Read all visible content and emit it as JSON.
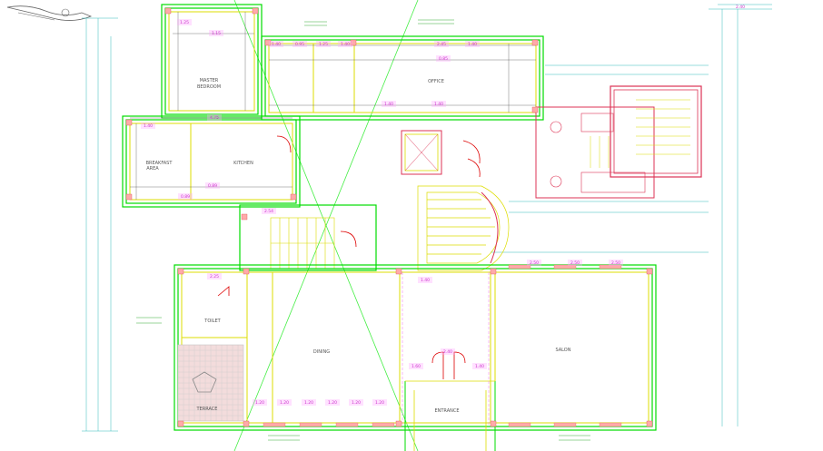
{
  "drawing": {
    "rooms": {
      "master_bedroom": [
        "MASTER",
        "BEDROOM"
      ],
      "office": "OFFICE",
      "breakfast_area": [
        "BREAKFAST",
        "AREA"
      ],
      "kitchen": "KITCHEN",
      "toilet": "TOILET",
      "dining": "DINING",
      "salon": "SALON",
      "entrance": "ENTRANCE",
      "terrace": "TERRACE"
    },
    "top_dimension": "2.40",
    "dimension_tags": [
      "1.25",
      "1.15",
      "1.40",
      "0.95",
      "1.25",
      "1.40",
      "2.45",
      "1.40",
      "0.85",
      "1.40",
      "4.75",
      "1.40",
      "1.40",
      "0.89",
      "0.89",
      "2.54",
      "2.25",
      "1.40",
      "1.20",
      "1.20",
      "1.20",
      "1.20",
      "1.20",
      "1.20",
      "2.40",
      "1.60",
      "1.40",
      "2.50",
      "2.50",
      "2.50"
    ],
    "colors": {
      "background": "#ffffff",
      "outer_wall": "#00dd00",
      "inner_wall": "#dddd00",
      "dimension_line": "#33bbbb",
      "dimension_tag": "#ff55ff",
      "column": "#ffaaaa",
      "stair_wall": "#dd3355",
      "door": "#dd0000"
    }
  }
}
